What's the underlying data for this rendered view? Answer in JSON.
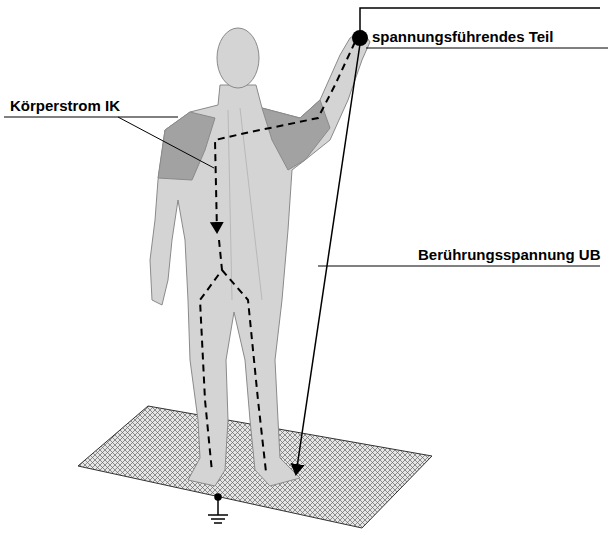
{
  "diagram": {
    "labels": [
      "spannungsführendes Teil",
      "Körperstrom IK",
      "Berührungsspannung UB"
    ]
  }
}
